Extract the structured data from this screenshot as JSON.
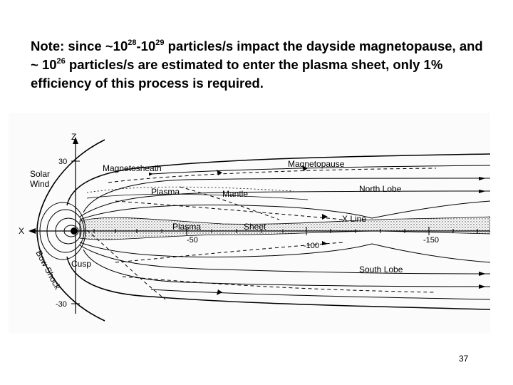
{
  "note": {
    "part1": "Note: since ~10",
    "exp1": "28",
    "part2": "-10",
    "exp2": "29",
    "part3": " particles/s impact the dayside magnetopause, and ~ 10",
    "exp3": "26",
    "part4": " particles/s are estimated to enter the plasma sheet, only 1% efficiency of this process is required."
  },
  "diagram": {
    "axis_z": "Z",
    "axis_x": "X",
    "ticks": {
      "z_top": "30",
      "z_bottom": "-30",
      "x_minus50": "-50",
      "x_minus100": "-100",
      "x_minus150": "-150"
    },
    "labels": {
      "solar_wind_1": "Solar",
      "solar_wind_2": "Wind",
      "magnetosheath": "Magnetosheath",
      "magnetopause": "Magnetopause",
      "plasma_mantle_1": "Plasma",
      "plasma_mantle_2": "Mantle",
      "north_lobe": "North Lobe",
      "x_line": "X Line",
      "plasma_sheet_1": "Plasma",
      "plasma_sheet_2": "Sheet",
      "cusp": "Cusp",
      "bow_shock": "Bow Shock",
      "south_lobe": "South Lobe"
    }
  },
  "page_number": "37"
}
